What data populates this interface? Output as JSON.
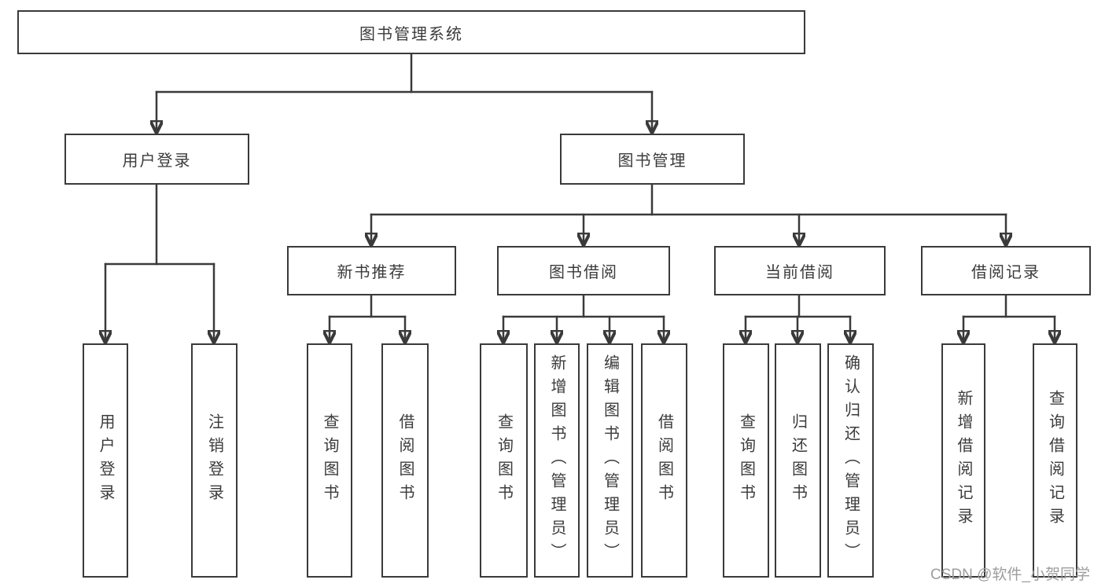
{
  "root": {
    "label": "图书管理系统"
  },
  "branches": [
    {
      "label": "用户登录"
    },
    {
      "label": "图书管理"
    }
  ],
  "modules": [
    {
      "label": "新书推荐"
    },
    {
      "label": "图书借阅"
    },
    {
      "label": "当前借阅"
    },
    {
      "label": "借阅记录"
    }
  ],
  "leaves": [
    {
      "label": "用户登录"
    },
    {
      "label": "注销登录"
    },
    {
      "label": "查询图书"
    },
    {
      "label": "借阅图书"
    },
    {
      "label": "查询图书"
    },
    {
      "label": "新增图书（管理员）"
    },
    {
      "label": "编辑图书（管理员）"
    },
    {
      "label": "借阅图书"
    },
    {
      "label": "查询图书"
    },
    {
      "label": "归还图书"
    },
    {
      "label": "确认归还（管理员）"
    },
    {
      "label": "新增借阅记录"
    },
    {
      "label": "查询借阅记录"
    }
  ],
  "watermark": "CSDN @软件_小贺同学",
  "colors": {
    "line": "#3a3a3a",
    "text": "#3b3b3b",
    "box_background": "#ffffff",
    "watermark": "#9d9d9d"
  }
}
